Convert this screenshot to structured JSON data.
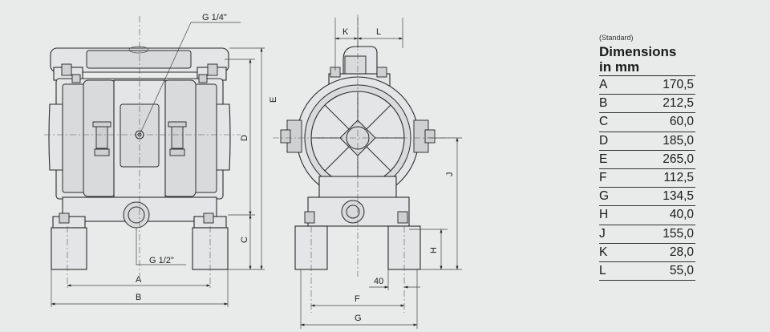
{
  "side_view": {
    "labels": {
      "top_port": "G 1/4\"",
      "bottom_port": "G 1/2\"",
      "dim_a": "A",
      "dim_b": "B",
      "dim_c": "C",
      "dim_d": "D",
      "dim_e": "E"
    }
  },
  "front_view": {
    "labels": {
      "dim_k": "K",
      "dim_l": "L",
      "dim_j": "J",
      "dim_h": "H",
      "dim_40": "40",
      "dim_f": "F",
      "dim_g": "G"
    }
  },
  "table": {
    "note": "(Standard)",
    "heading_line1": "Dimensions",
    "heading_line2": "in mm",
    "rows": [
      {
        "key": "A",
        "value": "170,5"
      },
      {
        "key": "B",
        "value": "212,5"
      },
      {
        "key": "C",
        "value": "60,0"
      },
      {
        "key": "D",
        "value": "185,0"
      },
      {
        "key": "E",
        "value": "265,0"
      },
      {
        "key": "F",
        "value": "112,5"
      },
      {
        "key": "G",
        "value": "134,5"
      },
      {
        "key": "H",
        "value": "40,0"
      },
      {
        "key": "J",
        "value": "155,0"
      },
      {
        "key": "K",
        "value": "28,0"
      },
      {
        "key": "L",
        "value": "55,0"
      }
    ]
  }
}
